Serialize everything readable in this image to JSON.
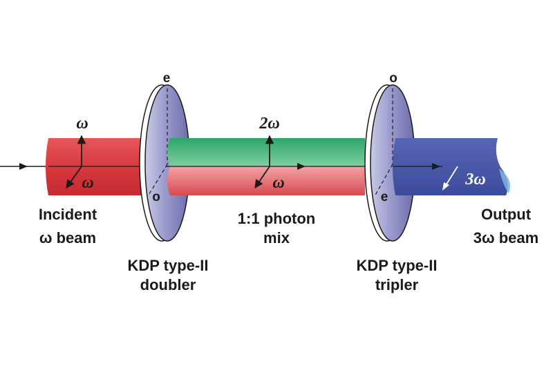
{
  "diagram": {
    "colors": {
      "incident_beam": "#d63a3f",
      "second_harmonic_beam": "#2fa56a",
      "output_beam": "#4a5aa8",
      "crystal": "#7e7fb8",
      "arrow": "#1a1a1a"
    },
    "axes": {
      "doubler_top": "e",
      "doubler_bottom": "o",
      "tripler_top": "o",
      "tripler_bottom": "e"
    },
    "polarization_labels": {
      "incident_vertical": "ω",
      "incident_horizontal": "ω",
      "mix_vertical": "2ω",
      "mix_horizontal": "ω",
      "output": "3ω"
    },
    "captions": {
      "incident": [
        "Incident",
        "ω beam"
      ],
      "doubler": [
        "KDP type-II",
        "doubler"
      ],
      "mix": [
        "1:1 photon",
        "mix"
      ],
      "tripler": [
        "KDP type-II",
        "tripler"
      ],
      "output": [
        "Output",
        "3ω beam"
      ]
    }
  }
}
